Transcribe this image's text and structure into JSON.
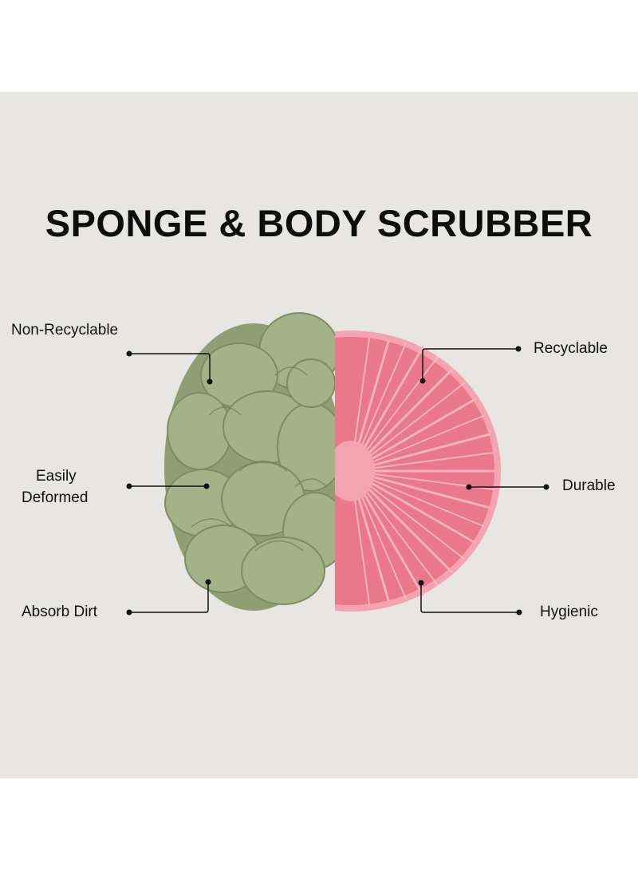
{
  "title": "SPONGE & BODY SCRUBBER",
  "left_features": {
    "non_recyclable": "Non-Recyclable",
    "easily_deformed_line1": "Easily",
    "easily_deformed_line2": "Deformed",
    "absorb_dirt": "Absorb Dirt"
  },
  "right_features": {
    "recyclable": "Recyclable",
    "durable": "Durable",
    "hygienic": "Hygienic"
  },
  "colors": {
    "background": "#e8e6e2",
    "sponge": "#9bab7e",
    "scrubber": "#e8788a",
    "text": "#111111"
  }
}
